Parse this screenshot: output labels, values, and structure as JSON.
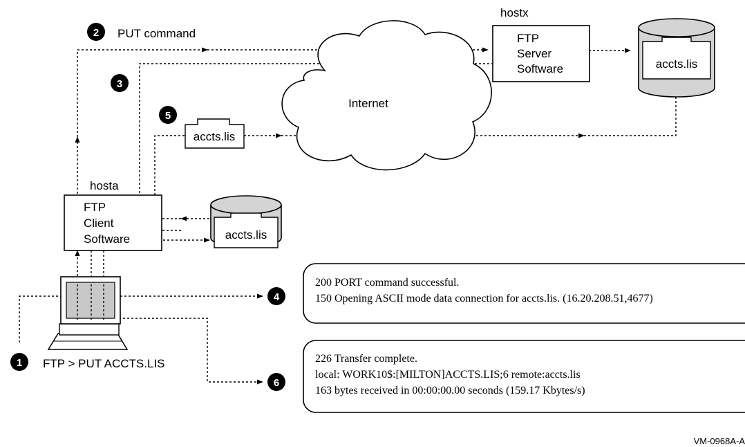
{
  "steps": [
    "1",
    "2",
    "3",
    "4",
    "5",
    "6"
  ],
  "step1_command": "FTP > PUT ACCTS.LIS",
  "step2_label": "PUT command",
  "hosts": {
    "local": {
      "name": "hosta",
      "software": [
        "FTP",
        "Client",
        "Software"
      ]
    },
    "remote": {
      "name": "hostx",
      "software": [
        "FTP",
        "Server",
        "Software"
      ]
    }
  },
  "cloud_label": "Internet",
  "file_name": "accts.lis",
  "messages": {
    "box1": [
      "200 PORT command successful.",
      "150 Opening ASCII mode data connection for accts.lis. (16.20.208.51,4677)"
    ],
    "box2": [
      "226 Transfer complete.",
      "local: WORK10$:[MILTON]ACCTS.LIS;6 remote:accts.lis",
      "163 bytes received in 00:00:00.00 seconds (159.17 Kbytes/s)"
    ]
  },
  "figure_id": "VM-0968A-A"
}
